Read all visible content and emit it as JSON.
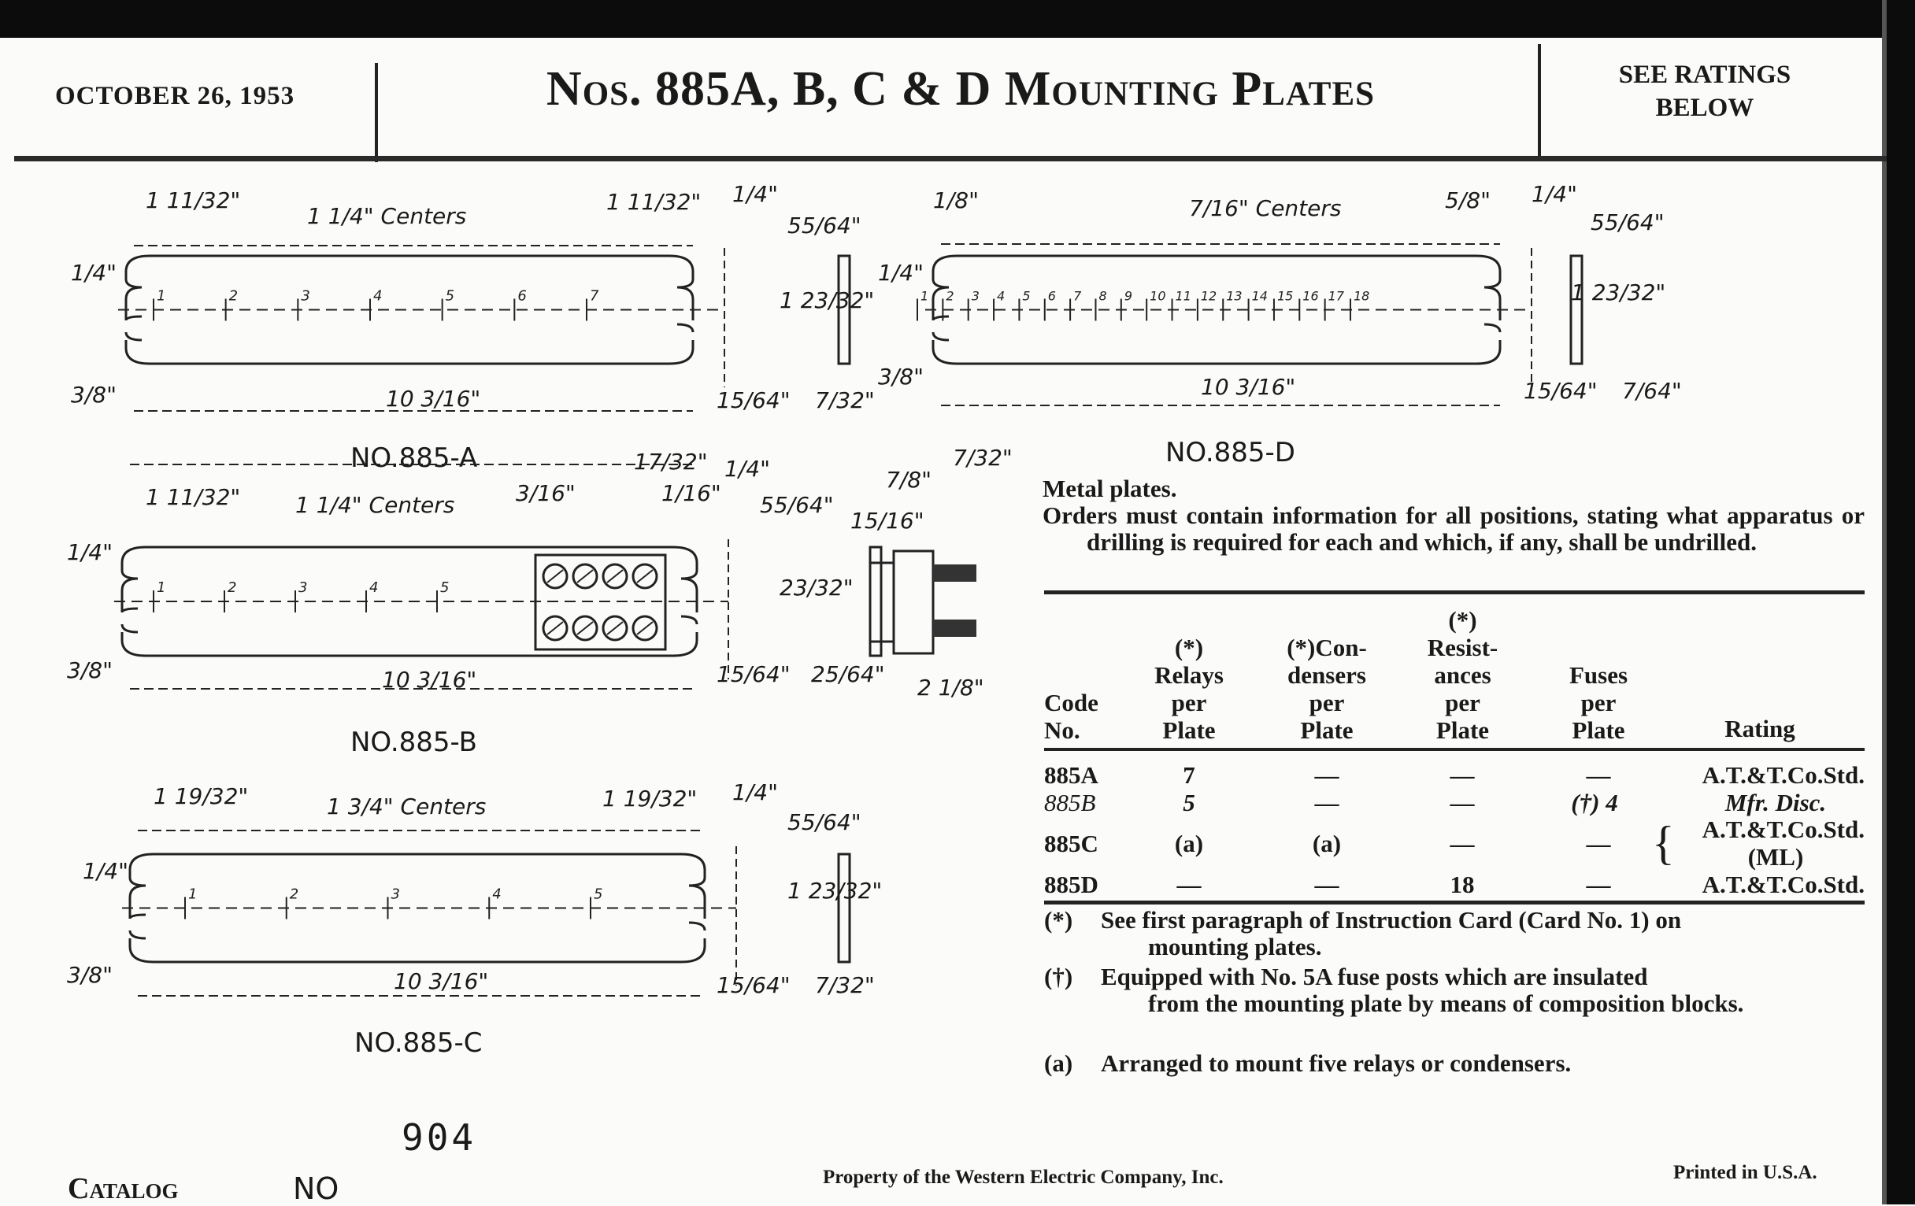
{
  "header": {
    "date": "OCTOBER 26, 1953",
    "title": "Nos. 885A, B, C & D Mounting Plates",
    "ratings_note_line1": "SEE RATINGS",
    "ratings_note_line2": "BELOW"
  },
  "drawings": {
    "a": {
      "caption": "NO.885-A",
      "end_left": "1 11/32\"",
      "centers": "1 1/4\" Centers",
      "end_right": "1 11/32\"",
      "top_right_1": "1/4\"",
      "top_right_2": "55/64\"",
      "side": "1 23/32\"",
      "slot": "1/4\"",
      "left_bottom": "3/8\"",
      "length": "10 3/16\"",
      "bot_right_1": "15/64\"",
      "bot_right_2": "7/32\"",
      "positions": [
        "1",
        "2",
        "3",
        "4",
        "5",
        "6",
        "7"
      ]
    },
    "d": {
      "caption": "NO.885-D",
      "end_left": "1/8\"",
      "centers": "7/16\" Centers",
      "end_right": "5/8\"",
      "top_right_1": "1/4\"",
      "top_right_2": "55/64\"",
      "side": "1 23/32\"",
      "slot": "1/4\"",
      "left_bottom": "3/8\"",
      "length": "10 3/16\"",
      "bot_right_1": "15/64\"",
      "bot_right_2": "7/64\"",
      "positions": [
        "1",
        "2",
        "3",
        "4",
        "5",
        "6",
        "7",
        "8",
        "9",
        "10",
        "11",
        "12",
        "13",
        "14",
        "15",
        "16",
        "17",
        "18"
      ]
    },
    "b": {
      "caption": "NO.885-B",
      "end_left": "1 11/32\"",
      "centers": "1 1/4\" Centers",
      "block_1": "3/16\"",
      "block_2": "17/32\"",
      "block_3": "1/16\"",
      "top_right_1": "1/4\"",
      "top_right_2": "55/64\"",
      "top_right_3": "15/16\"",
      "top_right_4": "7/8\"",
      "top_right_5": "7/32\"",
      "side": "23/32\"",
      "slot": "1/4\"",
      "left_bottom": "3/8\"",
      "length": "10 3/16\"",
      "bot_right_1": "15/64\"",
      "bot_right_2": "25/64\"",
      "bot_right_3": "2 1/8\"",
      "positions": [
        "1",
        "2",
        "3",
        "4",
        "5"
      ]
    },
    "c": {
      "caption": "NO.885-C",
      "end_left": "1 19/32\"",
      "centers": "1 3/4\" Centers",
      "end_right": "1 19/32\"",
      "top_right_1": "1/4\"",
      "top_right_2": "55/64\"",
      "side": "1 23/32\"",
      "slot": "1/4\"",
      "left_bottom": "3/8\"",
      "length": "10 3/16\"",
      "bot_right_1": "15/64\"",
      "bot_right_2": "7/32\"",
      "positions": [
        "1",
        "2",
        "3",
        "4",
        "5"
      ]
    }
  },
  "description": {
    "line1": "Metal plates.",
    "line2": "Orders must contain information for all positions, stating what apparatus or drilling is required for each and which, if any, shall be undrilled."
  },
  "table": {
    "headers": {
      "code": [
        "Code",
        "No."
      ],
      "relays": [
        "(*)",
        "Relays",
        "per",
        "Plate"
      ],
      "condensers": [
        "(*)Con-",
        "densers",
        "per",
        "Plate"
      ],
      "resistances": [
        "(*)",
        "Resist-",
        "ances",
        "per",
        "Plate"
      ],
      "fuses": [
        "Fuses",
        "per",
        "Plate"
      ],
      "rating": [
        "Rating"
      ]
    },
    "rows": [
      {
        "code": "885A",
        "relays": "7",
        "condensers": "—",
        "resistances": "—",
        "fuses": "—",
        "rating": "A.T.&T.Co.Std."
      },
      {
        "code": "885B",
        "relays": "5",
        "condensers": "—",
        "resistances": "—",
        "fuses": "(†) 4",
        "rating": "Mfr. Disc."
      },
      {
        "code": "885C",
        "relays": "(a)",
        "condensers": "(a)",
        "resistances": "—",
        "fuses": "—",
        "rating": "A.T.&T.Co.Std.",
        "rating2": "(ML)"
      },
      {
        "code": "885D",
        "relays": "—",
        "condensers": "—",
        "resistances": "18",
        "fuses": "—",
        "rating": "A.T.&T.Co.Std."
      }
    ],
    "notes": [
      {
        "mark": "(*)",
        "text1": "See first paragraph of Instruction Card (Card No. 1) on",
        "text2": "mounting plates."
      },
      {
        "mark": "(†)",
        "text1": "Equipped with No. 5A fuse posts which are insulated",
        "text2": "from the mounting plate by means of composition blocks."
      },
      {
        "mark": "(a)",
        "text1": "Arranged to mount five relays or condensers."
      }
    ]
  },
  "footer": {
    "page_number": "904",
    "catalog": "Catalog",
    "no": "NO",
    "property": "Property of the Western Electric Company, Inc.",
    "printed": "Printed in U.S.A."
  }
}
